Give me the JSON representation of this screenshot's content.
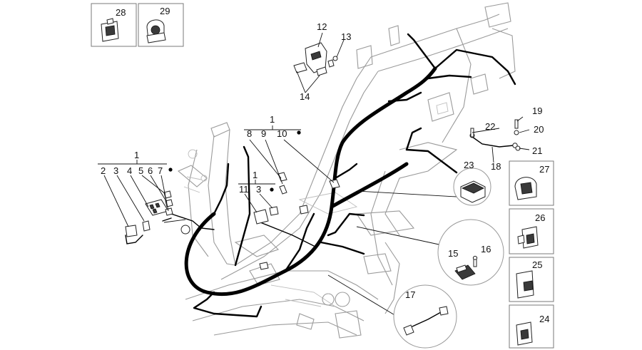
{
  "labels": {
    "l28": "28",
    "l29": "29",
    "l12": "12",
    "l13": "13",
    "l14": "14",
    "l1a": "1",
    "l8": "8",
    "l9": "9",
    "l10": "10",
    "l1b": "1",
    "l2": "2",
    "l3b": "3",
    "l4": "4",
    "l5": "5",
    "l6": "6",
    "l7": "7",
    "l1c": "1",
    "l11": "11",
    "l3c": "3",
    "l19": "19",
    "l20": "20",
    "l21": "21",
    "l22": "22",
    "l18": "18",
    "l23": "23",
    "l27": "27",
    "l26": "26",
    "l25": "25",
    "l24": "24",
    "l15": "15",
    "l16": "16",
    "l17": "17"
  }
}
